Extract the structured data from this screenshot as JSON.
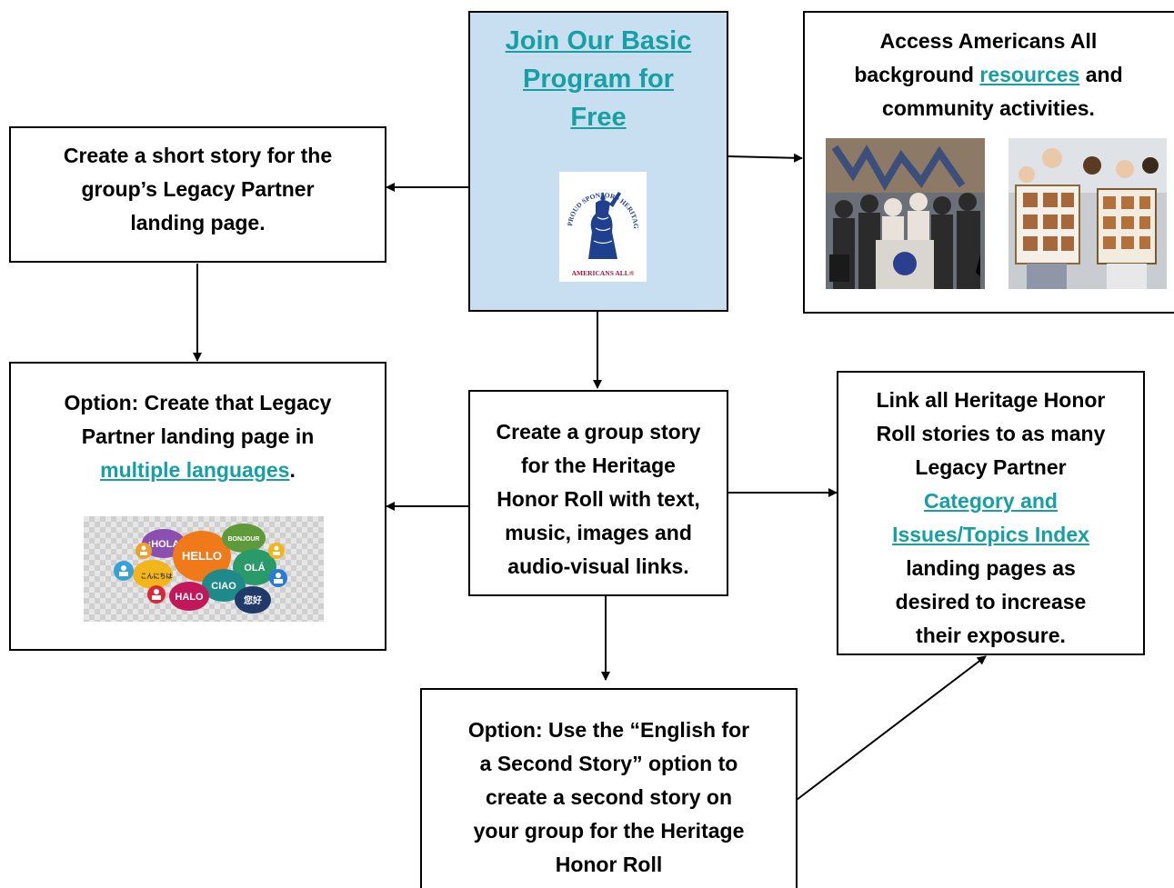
{
  "center": {
    "title_lines": [
      "Join Our Basic",
      "Program for",
      "Free"
    ],
    "logo": {
      "arc_text": "PROUD SPONSOR • HERITAGE HONOR ROLL",
      "bottom_text": "AMERICANS ALL®"
    }
  },
  "left_top": {
    "lines": [
      "Create a short story for the",
      "group’s Legacy Partner",
      "landing page."
    ]
  },
  "right_top": {
    "line1": "Access Americans All",
    "line2_pre": "background ",
    "line2_link": "resources",
    "line2_post": " and",
    "line3": "community activities."
  },
  "left_mid": {
    "line1": "Option: Create that Legacy",
    "line2": "Partner landing page in",
    "link": "multiple languages",
    "link_post": ".",
    "bubbles": [
      "¡HOLA",
      "HELLO",
      "BONJOUR",
      "OLÁ",
      "こんにちは",
      "CIAO",
      "HALO",
      "您好"
    ]
  },
  "center_mid": {
    "lines": [
      "Create a group story",
      "for the Heritage",
      "Honor Roll with text,",
      "music, images and",
      "audio-visual links."
    ]
  },
  "right_mid": {
    "lines_before": [
      "Link all Heritage Honor",
      "Roll stories to as many",
      "Legacy Partner"
    ],
    "link_lines": [
      "Category and",
      "Issues/Topics Index"
    ],
    "lines_after": [
      "landing pages as",
      "desired to increase",
      "their exposure."
    ]
  },
  "bottom": {
    "lines": [
      "Option: Use the “English for",
      "a Second Story” option to",
      "create a second story on",
      "your group for the Heritage",
      "Honor Roll"
    ]
  },
  "colors": {
    "link": "#17a0a4",
    "center_fill": "#c7dff0",
    "logo_blue": "#1f3f8f",
    "logo_red": "#a4183b"
  }
}
